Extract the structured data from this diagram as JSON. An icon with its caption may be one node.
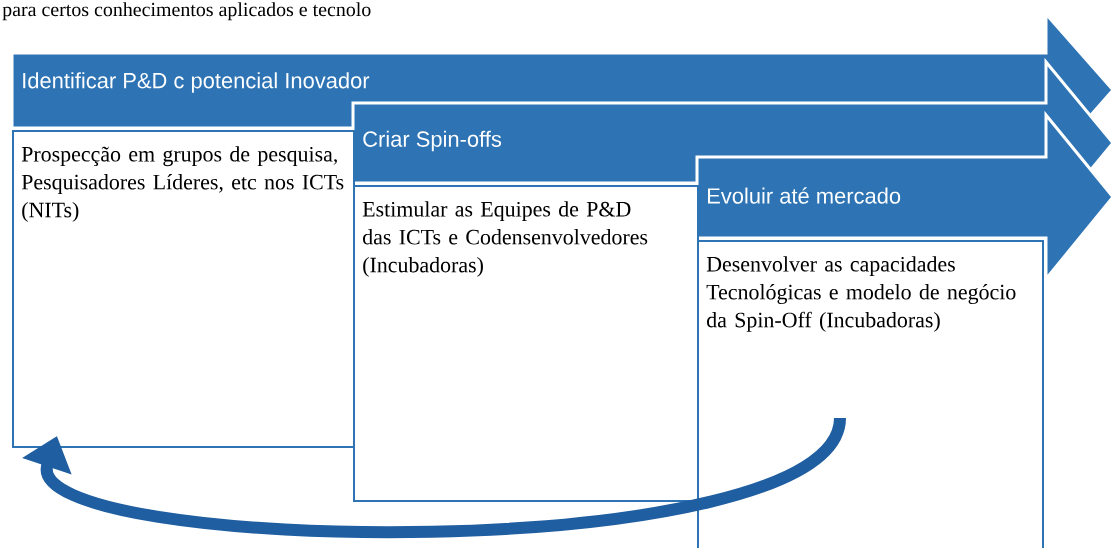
{
  "diagram": {
    "nodes": [
      {
        "text": [
          "Identificar P&D c potencial Inovador"
        ]
      },
      {
        "text": [
          "Prospecção em grupos de pesquisa, Pesquisadores Líderes, etc nos ICTs (NITs)"
        ]
      },
      {
        "text": [
          "Criar Spin-offs"
        ]
      },
      {
        "text": [
          "Estimular as Equipes de P&D das ICTs e Codensenvolvedores (Incubadoras)"
        ]
      },
      {
        "text": [
          "Evoluir até mercado"
        ]
      },
      {
        "text": [
          "Desenvolver as capacidades Tecnológicas e modelo de negócio da Spin-Off (Incubadoras)"
        ]
      }
    ],
    "edges": [
      {
        "from": 5,
        "to": 1,
        "arrow": "to"
      }
    ],
    "labels": [
      "para certos conhecimentos aplicados e tecnolo"
    ]
  }
}
